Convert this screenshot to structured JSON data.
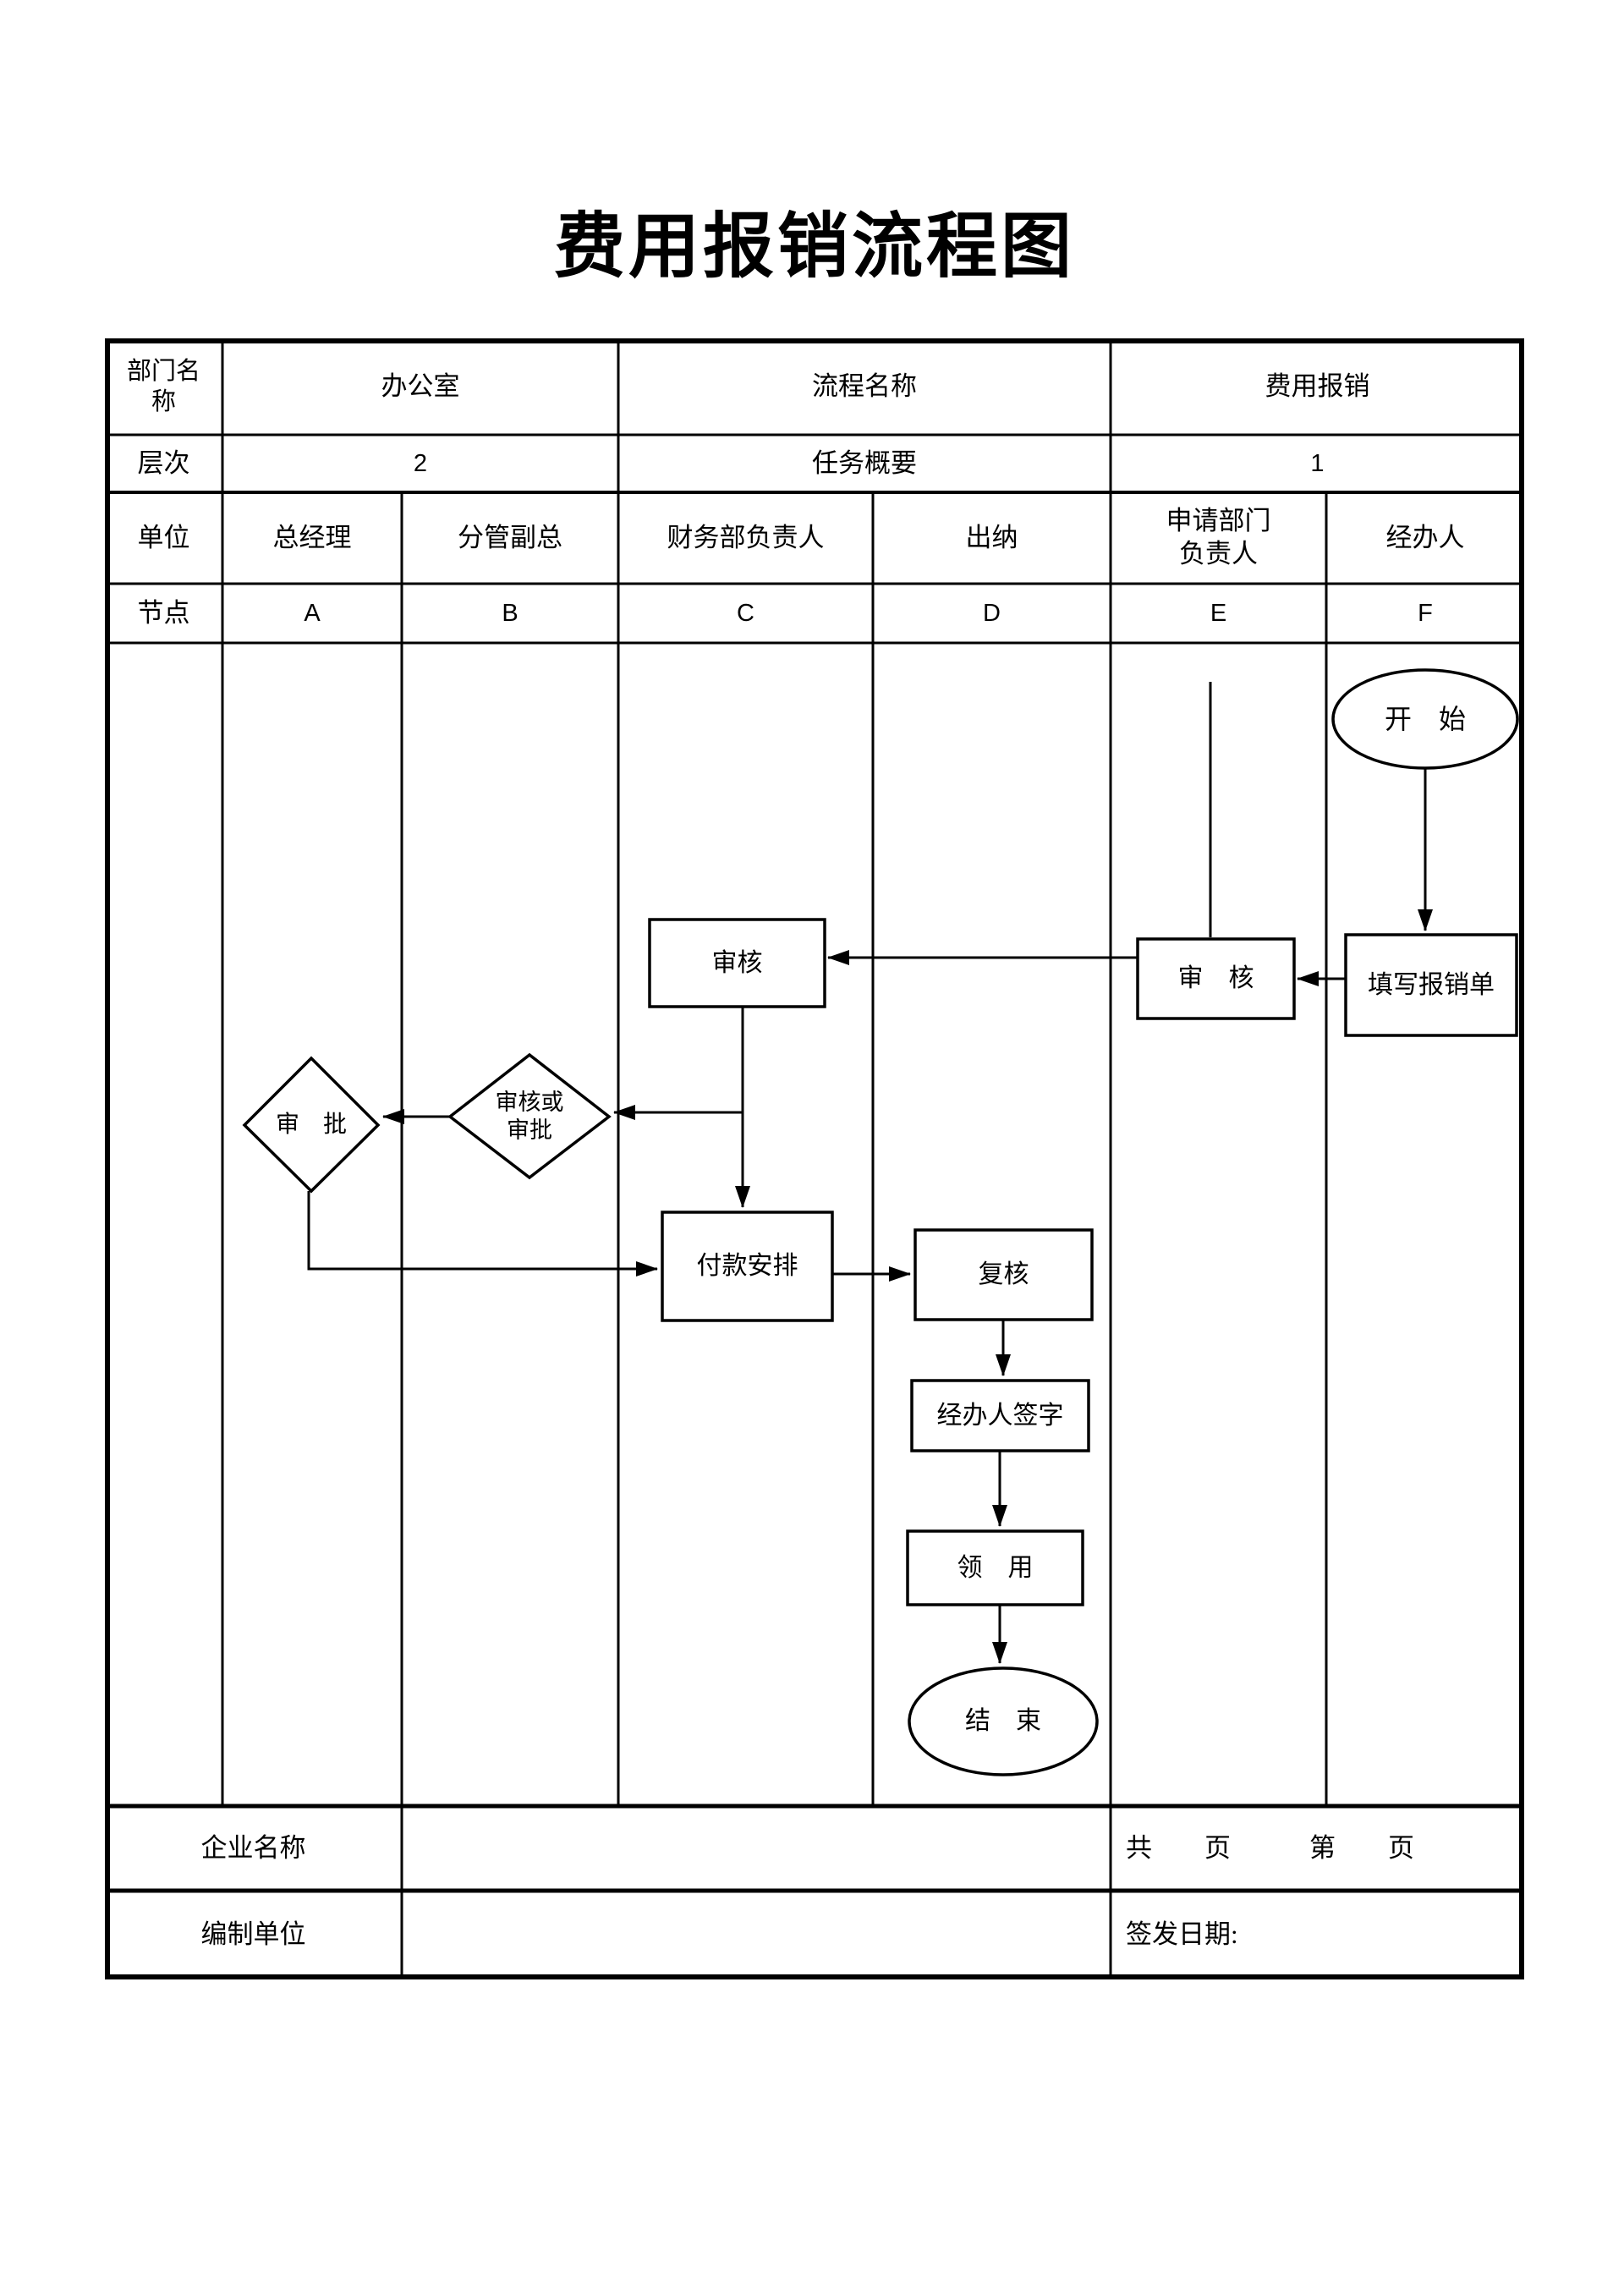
{
  "title": "费用报销流程图",
  "header": {
    "row1": {
      "label": "部门名称",
      "dept_value": "办公室",
      "flow_label": "流程名称",
      "flow_value": "费用报销"
    },
    "row2": {
      "label": "层次",
      "level_value": "2",
      "task_label": "任务概要",
      "task_value": "1"
    },
    "row3": {
      "label": "单位",
      "units": [
        "总经理",
        "分管副总",
        "财务部负责人",
        "出纳",
        "申请部门负责人",
        "经办人"
      ]
    },
    "row4": {
      "label": "节点",
      "nodes": [
        "A",
        "B",
        "C",
        "D",
        "E",
        "F"
      ]
    }
  },
  "flowchart": {
    "start": "开　始",
    "fill_form": "填写报销单",
    "review_e": "审　核",
    "review_c": "审核",
    "review_or_approve_line1": "审核或",
    "review_or_approve_line2": "审批",
    "approve": "审　批",
    "payment": "付款安排",
    "recheck": "复核",
    "handler_sign": "经办人签字",
    "receive": "领　用",
    "end": "结　束"
  },
  "footer": {
    "company_label": "企业名称",
    "company_value": "",
    "pages_text": "共　　页　　　第　　页",
    "prepared_label": "编制单位",
    "prepared_value": "",
    "issue_date_label": "签发日期:"
  },
  "colors": {
    "line": "#000000",
    "background": "#ffffff"
  }
}
